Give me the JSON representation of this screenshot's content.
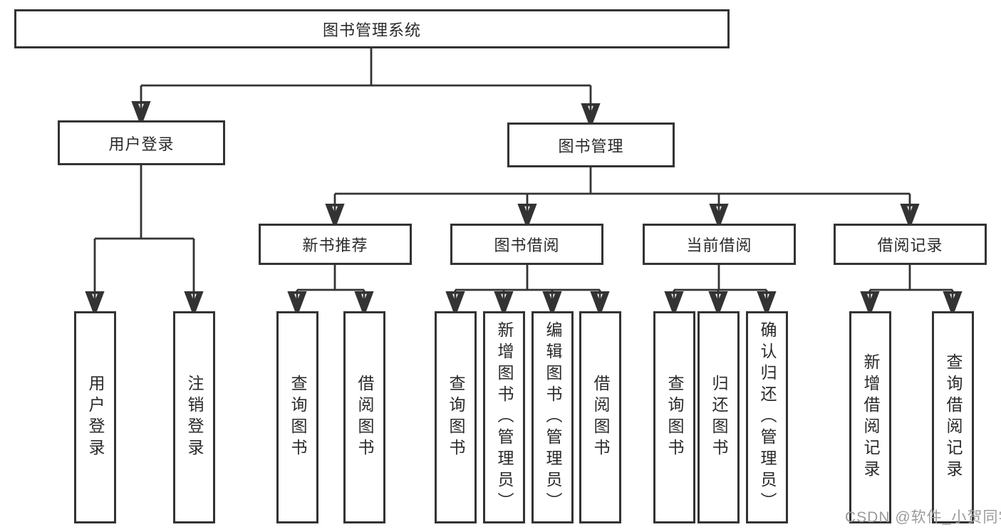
{
  "nodes": {
    "root": "图书管理系统",
    "user_login": {
      "label": "用户登录",
      "children": [
        "用户登录",
        "注销登录"
      ]
    },
    "book_mgmt": {
      "label": "图书管理"
    },
    "new_books": {
      "label": "新书推荐",
      "children": [
        "查询图书",
        "借阅图书"
      ]
    },
    "book_borrow": {
      "label": "图书借阅",
      "children": [
        "查询图书",
        "新增图书（管理员）",
        "编辑图书（管理员）",
        "借阅图书"
      ]
    },
    "current_borrow": {
      "label": "当前借阅",
      "children": [
        "查询图书",
        "归还图书",
        "确认归还（管理员）"
      ]
    },
    "borrow_records": {
      "label": "借阅记录",
      "children": [
        "新增借阅记录",
        "查询借阅记录"
      ]
    }
  },
  "watermark": "CSDN @软件_小贺同学",
  "colors": {
    "line": "#333333",
    "text": "#2a2a2a",
    "watermark": "#9b9b9b",
    "background": "#ffffff"
  }
}
